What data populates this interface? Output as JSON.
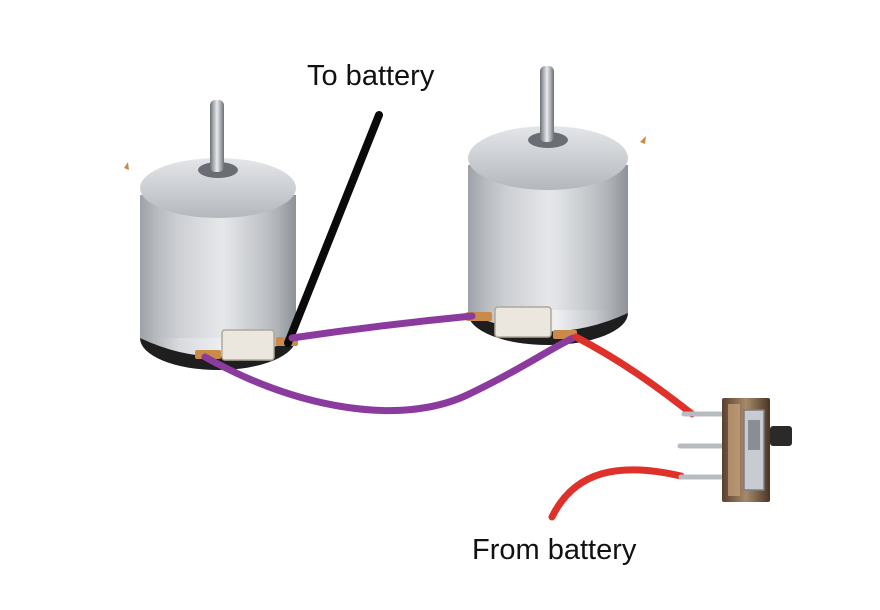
{
  "labels": {
    "to_battery": "To battery",
    "from_battery": "From battery"
  },
  "components": {
    "motors": [
      "dc-motor",
      "dc-motor"
    ],
    "switch": "slide-switch"
  },
  "wires": {
    "positive": "red",
    "motor_link": "purple",
    "negative": "black"
  },
  "colors": {
    "wire_black": "#0a0a0a",
    "wire_purple": "#8b3a9e",
    "wire_red": "#e0302a",
    "motor_body": "#c9ccd0",
    "motor_dark": "#2a2a2a",
    "terminal": "#c98a4a",
    "switch_body": "#8a6a4a",
    "switch_metal": "#b8bcc0"
  }
}
